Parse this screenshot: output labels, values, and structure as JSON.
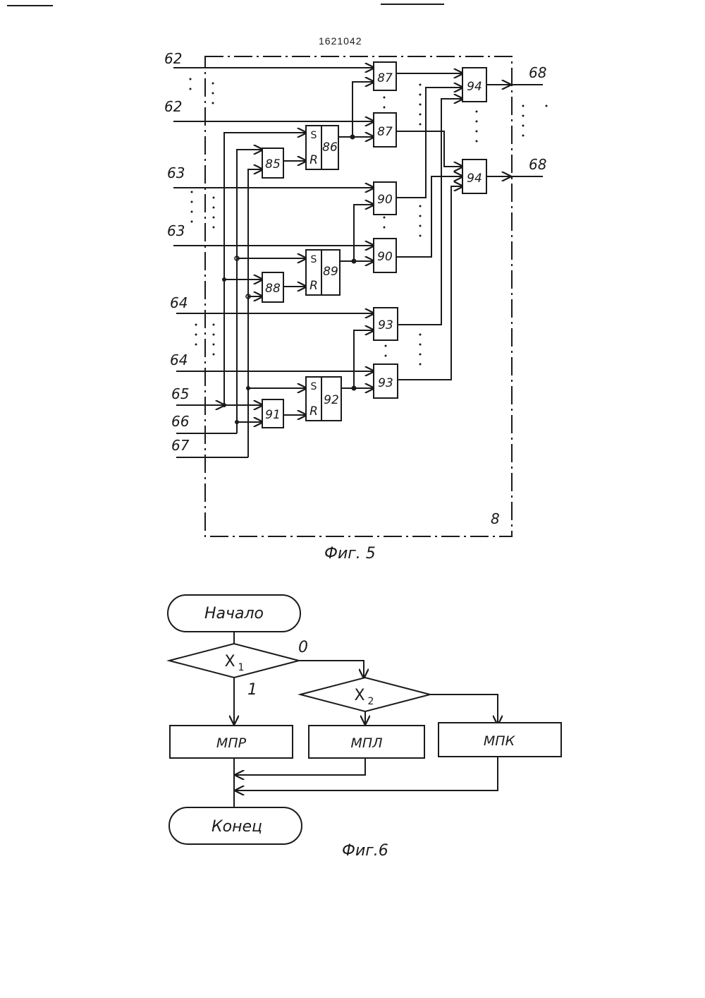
{
  "header": {
    "patent_number": "1621042"
  },
  "fig5": {
    "caption": "Фиг. 5",
    "unit_label": "8",
    "inputs": {
      "a1": "62",
      "a2": "62",
      "b1": "63",
      "b2": "63",
      "c1": "64",
      "c2": "64",
      "d": "65",
      "e": "66",
      "f": "67"
    },
    "outputs": {
      "o1": "68",
      "o2": "68"
    },
    "blocks": {
      "b87a": "87",
      "b87b": "87",
      "b85": "85",
      "b86": "86",
      "b90a": "90",
      "b90b": "90",
      "b88": "88",
      "b89": "89",
      "b93a": "93",
      "b93b": "93",
      "b91": "91",
      "b92": "92",
      "b94a": "94",
      "b94b": "94"
    },
    "sr": {
      "s": "S",
      "r": "R"
    }
  },
  "fig6": {
    "caption": "Фиг.6",
    "start": "Начало",
    "end": "Конец",
    "cond1": "X",
    "cond1_sub": "1",
    "cond2": "X",
    "cond2_sub": "2",
    "branch_zero": "0",
    "branch_one": "1",
    "proc1": "МПР",
    "proc2": "МПЛ",
    "proc3": "МПК"
  }
}
